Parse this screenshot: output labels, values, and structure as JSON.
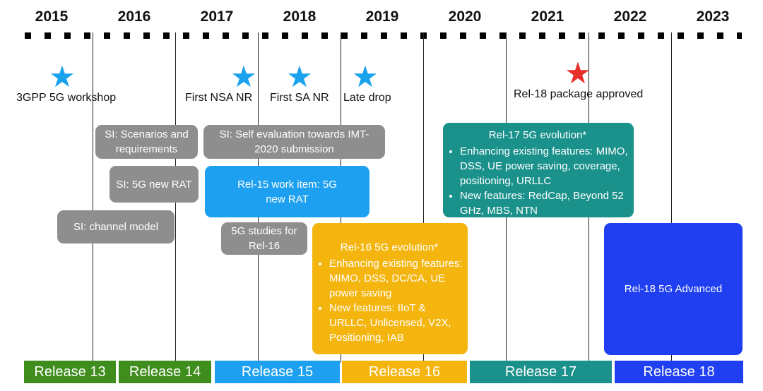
{
  "years": [
    "2015",
    "2016",
    "2017",
    "2018",
    "2019",
    "2020",
    "2021",
    "2022",
    "2023"
  ],
  "milestones": [
    {
      "label": "3GPP 5G workshop",
      "star_color": "#1aa3ec"
    },
    {
      "label": "First NSA NR",
      "star_color": "#1aa3ec"
    },
    {
      "label": "First SA NR",
      "star_color": "#1aa3ec"
    },
    {
      "label": "Late drop",
      "star_color": "#1aa3ec"
    },
    {
      "label": "Rel-18 package approved",
      "star_color": "#e8302b"
    }
  ],
  "study_items": {
    "scenarios": "SI: Scenarios and requirements",
    "new_rat": "SI: 5G new RAT",
    "channel_model": "SI: channel model",
    "self_eval": "SI: Self evaluation towards IMT-2020 submission",
    "studies_rel16": "5G studies for Rel-16"
  },
  "rel15_box": "Rel-15 work item: 5G new RAT",
  "rel16_box": {
    "title": "Rel-16 5G evolution*",
    "bullets": [
      "Enhancing existing features: MIMO, DSS, DC/CA, UE power saving",
      "New features: IIoT & URLLC, Unlicensed, V2X, Positioning, IAB"
    ]
  },
  "rel17_box": {
    "title": "Rel-17 5G evolution*",
    "bullets": [
      "Enhancing existing features: MIMO, DSS, UE power saving, coverage, positioning, URLLC",
      "New features: RedCap, Beyond 52 GHz, MBS, NTN"
    ]
  },
  "rel18_box": "Rel-18 5G Advanced",
  "releases": [
    {
      "label": "Release 13",
      "color": "#3f8d1d"
    },
    {
      "label": "Release 14",
      "color": "#3f8d1d"
    },
    {
      "label": "Release 15",
      "color": "#1ea0f0"
    },
    {
      "label": "Release 16",
      "color": "#f4b50f"
    },
    {
      "label": "Release 17",
      "color": "#1b918c"
    },
    {
      "label": "Release 18",
      "color": "#1f3ff0"
    }
  ],
  "colors": {
    "gray_box": "#8e8e8e",
    "rel15": "#1ea0f0",
    "rel16": "#f4b50f",
    "rel17": "#1b918c",
    "rel18": "#1f3ff0"
  }
}
